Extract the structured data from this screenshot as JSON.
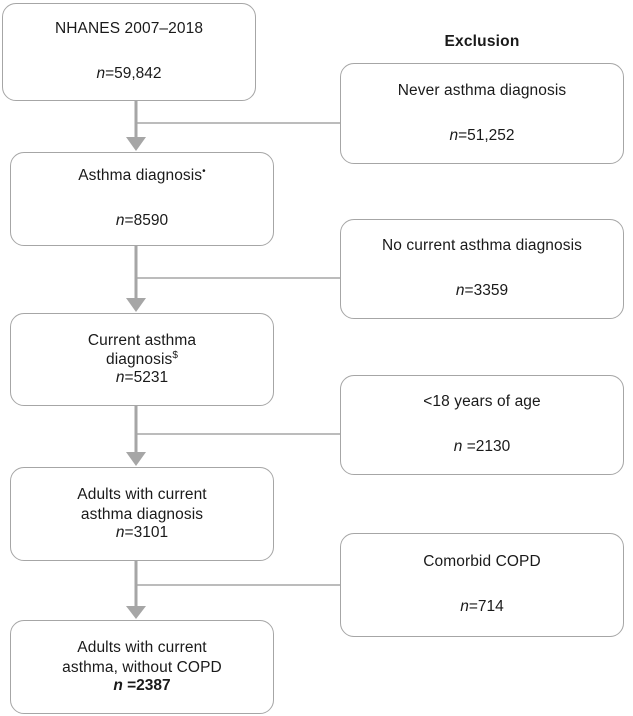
{
  "figure": {
    "type": "flowchart",
    "orientation": "top-to-bottom",
    "description": "NHANES study participant selection flow diagram"
  },
  "columns": {
    "exclusion_header": "Exclusion"
  },
  "inclusion_nodes": [
    {
      "id": "baseline",
      "title": "NHANES 2007–2018",
      "n_label": "n",
      "equals": "=",
      "n_value": "59,842",
      "superscript": "",
      "bold": false
    },
    {
      "id": "asthma-dx",
      "title": "Asthma diagnosis",
      "n_label": "n",
      "equals": "=",
      "n_value": "8590",
      "superscript": "•",
      "bold": false
    },
    {
      "id": "current-dx",
      "title_line1": "Current asthma",
      "title_line2": "diagnosis",
      "n_label": "n",
      "equals": "=",
      "n_value": "5231",
      "superscript": "$",
      "bold": false
    },
    {
      "id": "adults-dx",
      "title_line1": "Adults with current",
      "title_line2": "asthma diagnosis",
      "n_label": "n",
      "equals": "=",
      "n_value": "3101",
      "superscript": "",
      "bold": false
    },
    {
      "id": "final-cohort",
      "title_line1": "Adults with current",
      "title_line2": "asthma, without COPD",
      "n_label": "n",
      "equals": "=",
      "n_value": "2387",
      "superscript": "",
      "bold": true
    }
  ],
  "exclusion_nodes": [
    {
      "id": "excl-never",
      "title": "Never asthma diagnosis",
      "n_label": "n",
      "equals": "=",
      "n_value": "51,252"
    },
    {
      "id": "excl-nocurrent",
      "title": "No current asthma diagnosis",
      "n_label": "n",
      "equals": "=",
      "n_value": "3359"
    },
    {
      "id": "excl-under18",
      "title": "<18 years of age",
      "n_label": "n",
      "equals": "=",
      "n_value": "2130"
    },
    {
      "id": "excl-copd",
      "title": "Comorbid COPD",
      "n_label": "n",
      "equals": "=",
      "n_value": "714"
    }
  ],
  "colors": {
    "box_border": "#a6a6a6",
    "connector": "#a6a6a6",
    "text": "#1a1a1a",
    "background": "#ffffff"
  }
}
